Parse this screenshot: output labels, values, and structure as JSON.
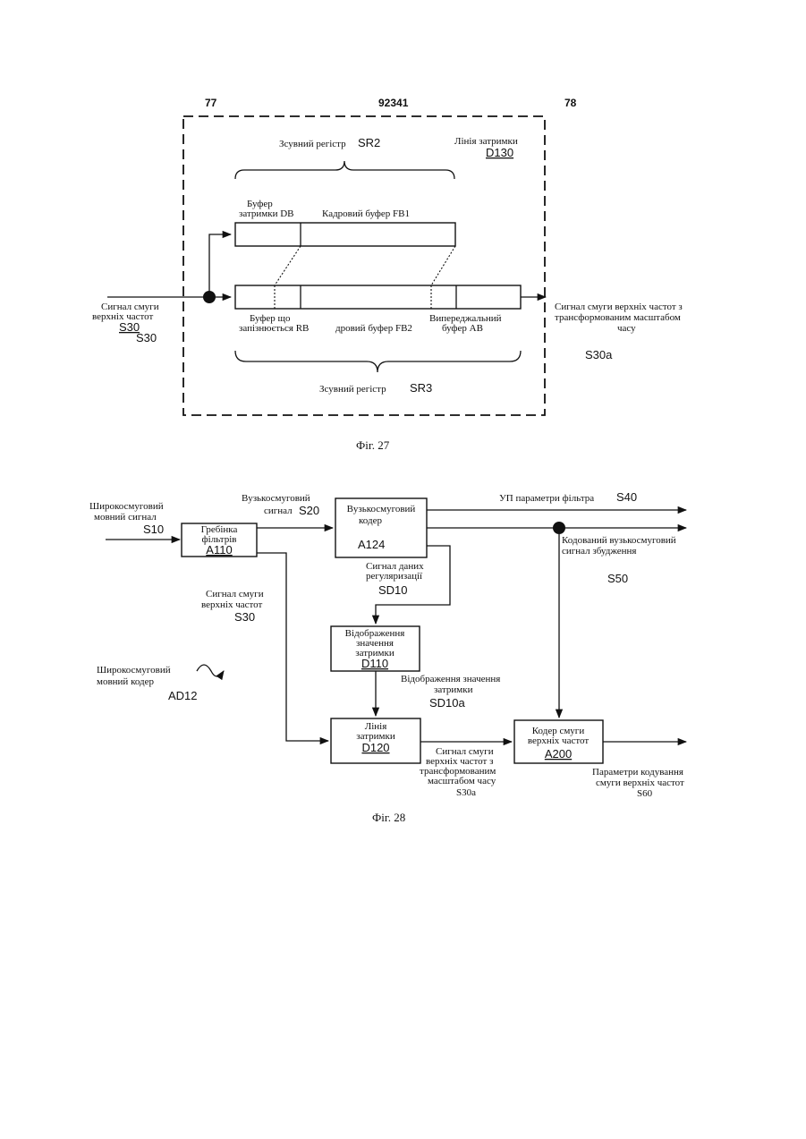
{
  "header": {
    "left": "77",
    "center": "92341",
    "right": "78"
  },
  "fig27": {
    "caption": "Фіг. 27",
    "sr2_text": "Зсувний регістр",
    "sr2_code": "SR2",
    "delay_line_text": "Лінія затримки",
    "delay_line_code": "D130",
    "db_line1": "Буфер",
    "db_line2": "затримки DB",
    "fb1": "Кадровий буфер FB1",
    "input_line1": "Сигнал смуги",
    "input_line2": "верхніх частот",
    "input_code": "S30",
    "input_code_ghost": "S30",
    "rb_line1": "Буфер що",
    "rb_line2": "запізнюється RB",
    "fb2": "дровий буфер FB2",
    "ab_line1": "Випереджальний",
    "ab_line2": "буфер АВ",
    "output_line1": "Сигнал смуги верхніх частот з",
    "output_line2": "трансформованим масштабом",
    "output_line3": "часу",
    "output_code": "S30a",
    "sr3_text": "Зсувний регістр",
    "sr3_code": "SR3"
  },
  "fig28": {
    "caption": "Фіг. 28",
    "wideband_in_line1": "Широкосмуговий",
    "wideband_in_line2": "мовний сигнал",
    "wideband_in_code": "S10",
    "filterbank_line1": "Гребінка",
    "filterbank_line2": "фільтрів",
    "filterbank_code": "A110",
    "nb_signal_line1": "Вузькосмуговий",
    "nb_signal_line2": "сигнал",
    "nb_signal_code": "S20",
    "nb_coder_line1": "Вузькосмуговий",
    "nb_coder_line2": "кодер",
    "nb_coder_code": "A124",
    "lp_params_text": "УП параметри фільтра",
    "lp_params_code": "S40",
    "excitation_line1": "Кодований вузькосмуговий",
    "excitation_line2": "сигнал збудження",
    "excitation_code": "S50",
    "reg_line1": "Сигнал даних",
    "reg_line2": "регуляризації",
    "reg_code": "SD10",
    "hb_signal_line1": "Сигнал смуги",
    "hb_signal_line2": "верхніх частот",
    "hb_signal_code": "S30",
    "mapping_line1": "Відображення",
    "mapping_line2": "значення",
    "mapping_line3": "затримки",
    "mapping_code": "D110",
    "coder_name_line1": "Широкосмуговий",
    "coder_name_line2": "мовний кодер",
    "coder_name_code": "AD12",
    "mapping_out_line1": "Відображення значення",
    "mapping_out_line2": "затримки",
    "mapping_out_code": "SD10a",
    "delay_line1": "Лінія",
    "delay_line2": "затримки",
    "delay_code": "D120",
    "ts_line1": "Сигнал смуги",
    "ts_line2": "верхніх частот з",
    "ts_line3": "трансформованим",
    "ts_line4": "масштабом часу",
    "ts_code": "S30a",
    "hb_coder_line1": "Кодер смуги",
    "hb_coder_line2": "верхніх частот",
    "hb_coder_code": "A200",
    "hb_params_line1": "Параметри кодування",
    "hb_params_line2": "смуги верхніх частот",
    "hb_params_code": "S60"
  }
}
